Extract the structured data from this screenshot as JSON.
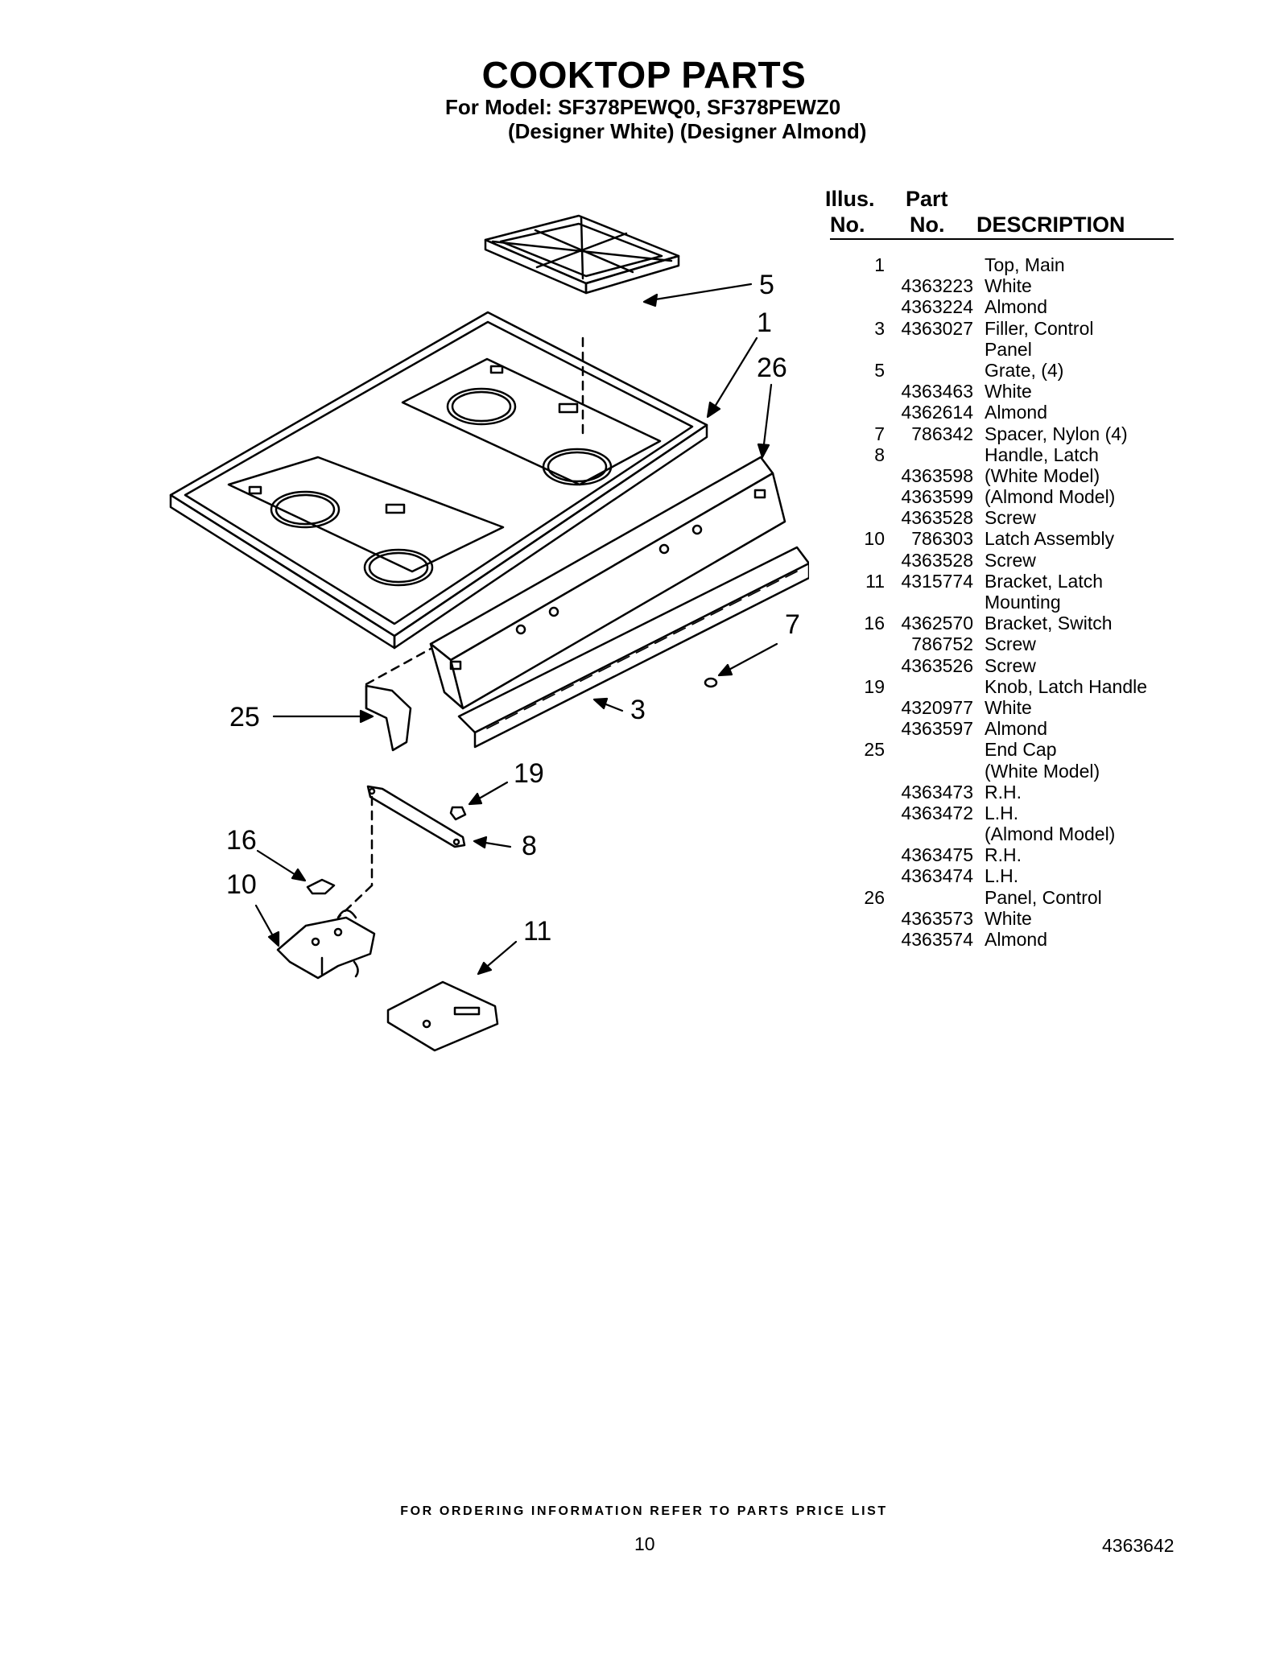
{
  "header": {
    "title": "COOKTOP PARTS",
    "model_line": "For Model: SF378PEWQ0, SF378PEWZ0",
    "variant_line": "(Designer White) (Designer Almond)"
  },
  "table": {
    "col_illus_top": "Illus.",
    "col_illus_bottom": "No.",
    "col_part_top": "Part",
    "col_part_bottom": "No.",
    "col_description": "DESCRIPTION",
    "rows": [
      {
        "ill": "1",
        "part": "",
        "desc": "Top, Main"
      },
      {
        "ill": "",
        "part": "4363223",
        "desc": "White"
      },
      {
        "ill": "",
        "part": "4363224",
        "desc": "Almond"
      },
      {
        "ill": "3",
        "part": "4363027",
        "desc": "Filler, Control"
      },
      {
        "ill": "",
        "part": "",
        "desc": "Panel"
      },
      {
        "ill": "5",
        "part": "",
        "desc": "Grate, (4)"
      },
      {
        "ill": "",
        "part": "4363463",
        "desc": "White"
      },
      {
        "ill": "",
        "part": "4362614",
        "desc": "Almond"
      },
      {
        "ill": "7",
        "part": "786342",
        "desc": "Spacer, Nylon (4)"
      },
      {
        "ill": "8",
        "part": "",
        "desc": "Handle, Latch"
      },
      {
        "ill": "",
        "part": "4363598",
        "desc": "(White Model)"
      },
      {
        "ill": "",
        "part": "4363599",
        "desc": "(Almond Model)"
      },
      {
        "ill": "",
        "part": "4363528",
        "desc": "Screw"
      },
      {
        "ill": "10",
        "part": "786303",
        "desc": "Latch Assembly"
      },
      {
        "ill": "",
        "part": "4363528",
        "desc": "Screw"
      },
      {
        "ill": "11",
        "part": "4315774",
        "desc": "Bracket, Latch"
      },
      {
        "ill": "",
        "part": "",
        "desc": "Mounting"
      },
      {
        "ill": "16",
        "part": "4362570",
        "desc": "Bracket, Switch"
      },
      {
        "ill": "",
        "part": "786752",
        "desc": "Screw"
      },
      {
        "ill": "",
        "part": "4363526",
        "desc": "Screw"
      },
      {
        "ill": "19",
        "part": "",
        "desc": "Knob, Latch Handle"
      },
      {
        "ill": "",
        "part": "4320977",
        "desc": "White"
      },
      {
        "ill": "",
        "part": "4363597",
        "desc": "Almond"
      },
      {
        "ill": "25",
        "part": "",
        "desc": "End Cap"
      },
      {
        "ill": "",
        "part": "",
        "desc": "(White Model)"
      },
      {
        "ill": "",
        "part": "4363473",
        "desc": "R.H."
      },
      {
        "ill": "",
        "part": "4363472",
        "desc": "L.H."
      },
      {
        "ill": "",
        "part": "",
        "desc": "(Almond Model)"
      },
      {
        "ill": "",
        "part": "4363475",
        "desc": "R.H."
      },
      {
        "ill": "",
        "part": "4363474",
        "desc": "L.H."
      },
      {
        "ill": "26",
        "part": "",
        "desc": "Panel, Control"
      },
      {
        "ill": "",
        "part": "4363573",
        "desc": "White"
      },
      {
        "ill": "",
        "part": "4363574",
        "desc": "Almond"
      }
    ]
  },
  "diagram": {
    "callouts": {
      "c5": "5",
      "c1": "1",
      "c26": "26",
      "c7": "7",
      "c3": "3",
      "c25": "25",
      "c19": "19",
      "c8": "8",
      "c16": "16",
      "c10": "10",
      "c11": "11"
    }
  },
  "footer": {
    "note": "FOR ORDERING INFORMATION REFER TO PARTS PRICE LIST",
    "page_number": "10",
    "document_number": "4363642"
  }
}
